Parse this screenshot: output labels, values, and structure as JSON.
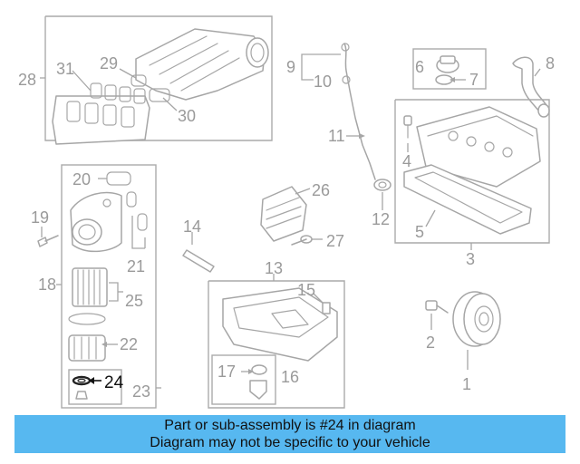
{
  "diagram": {
    "highlighted_callout": "24",
    "callouts": [
      "1",
      "2",
      "3",
      "4",
      "5",
      "6",
      "7",
      "8",
      "9",
      "10",
      "11",
      "12",
      "13",
      "14",
      "15",
      "16",
      "17",
      "18",
      "19",
      "20",
      "21",
      "22",
      "23",
      "24",
      "25",
      "26",
      "27",
      "28",
      "29",
      "30",
      "31"
    ]
  },
  "banner": {
    "line1": "Part or sub-assembly is #24 in diagram",
    "line2": "Diagram may not be specific to your vehicle",
    "background": "#57b8f0"
  }
}
